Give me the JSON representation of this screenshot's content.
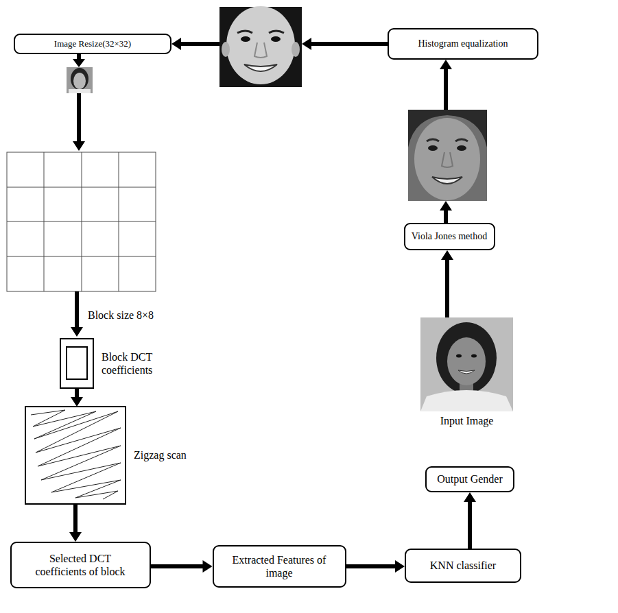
{
  "diagram": {
    "nodes": [
      {
        "text": [
          "Input Image"
        ]
      },
      {
        "text": [
          "Viola Jones method"
        ]
      },
      {
        "text": [
          "Histogram equalization"
        ]
      },
      {
        "text": [
          "Image Resize(32×32)"
        ]
      },
      {
        "text": [
          "Block DCT coefficients"
        ]
      },
      {
        "text": [
          "Zigzag scan"
        ]
      },
      {
        "text": [
          "Selected DCT coefficients of block"
        ]
      },
      {
        "text": [
          "Extracted Features of image"
        ]
      },
      {
        "text": [
          "KNN classifier"
        ]
      },
      {
        "text": [
          "Output Gender"
        ]
      }
    ],
    "edges": [
      {
        "from": 0,
        "to": 1,
        "arrow": "to"
      },
      {
        "from": 4,
        "to": 5,
        "arrow": "to"
      },
      {
        "from": 5,
        "to": 6,
        "arrow": "to"
      },
      {
        "from": 6,
        "to": 7,
        "arrow": "to"
      },
      {
        "from": 7,
        "to": 8,
        "arrow": "to"
      },
      {
        "from": 8,
        "to": 9,
        "arrow": "to"
      }
    ],
    "labels": [
      "Block size 8×8"
    ]
  }
}
